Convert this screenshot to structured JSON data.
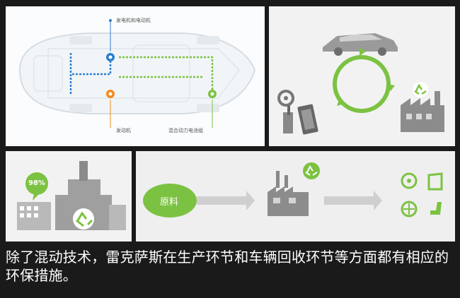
{
  "car_diagram": {
    "label_motor_generator": "发电机和电动机",
    "label_engine": "发动机",
    "label_battery": "混合动力电池组"
  },
  "factory": {
    "percent": "98%"
  },
  "process": {
    "raw_material": "原料"
  },
  "caption": {
    "text": "除了混动技术，雷克萨斯在生产环节和车辆回收环节等方面都有相应的环保措施。"
  },
  "colors": {
    "green": "#7cc242",
    "blue": "#2a7fd0",
    "orange": "#f08a1e",
    "gray": "#8a8a8a"
  },
  "icons": [
    "car-icon",
    "recycle-icon",
    "factory-icon",
    "wheel-icon",
    "gear-shift-icon",
    "brake-pad-icon",
    "steering-wheel-icon",
    "door-icon",
    "seat-icon",
    "arrow-icon"
  ]
}
